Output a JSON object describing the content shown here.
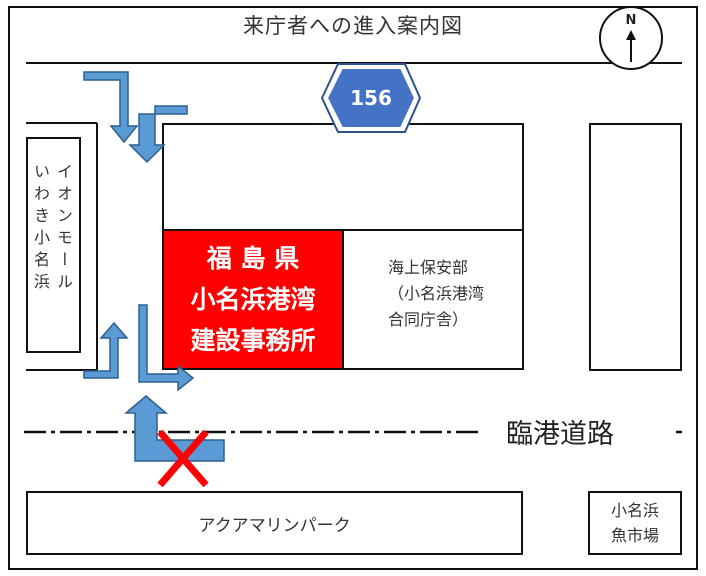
{
  "map": {
    "title": "来庁者への進入案内図",
    "compass_label": "N",
    "route_sign": "156",
    "road_name": "臨港道路",
    "destination": {
      "lines": [
        "福 島 県",
        "小名浜港湾",
        "建設事務所"
      ],
      "color": "#ff0000"
    },
    "neighbor_office": {
      "lines": [
        "海上保安部",
        "（小名浜港湾",
        "合同庁舎）"
      ]
    },
    "aeon_col1": "いわき小名浜",
    "aeon_col2": "イオンモール",
    "aquamarine_park": "アクアマリンパーク",
    "fish_market": {
      "lines": [
        "小名浜",
        "魚市場"
      ]
    }
  },
  "colors": {
    "arrow_fill": "#5b9bd5",
    "arrow_stroke": "#2e5f8e",
    "sign_fill": "#4472c4",
    "sign_stroke": "#2f528f",
    "forbidden": "#ff0000"
  },
  "icons": [
    "compass-icon",
    "route-shield-icon",
    "guide-arrow-icon",
    "no-entry-x-icon"
  ]
}
